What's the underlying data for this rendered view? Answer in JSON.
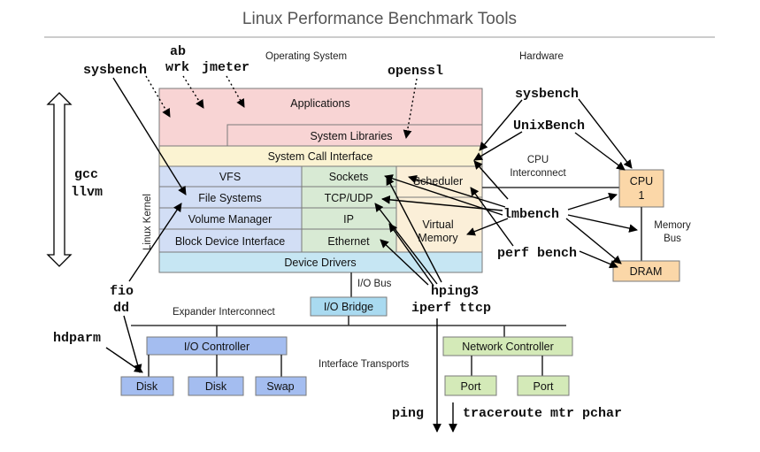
{
  "title": "Linux Performance Benchmark Tools",
  "regions": {
    "operating_system": "Operating System",
    "hardware": "Hardware",
    "linux_kernel": "Linux Kernel"
  },
  "layers": {
    "applications": "Applications",
    "system_libraries": "System Libraries",
    "system_call_interface": "System Call Interface",
    "vfs": "VFS",
    "file_systems": "File Systems",
    "volume_manager": "Volume Manager",
    "block_device_interface": "Block Device Interface",
    "sockets": "Sockets",
    "tcp_udp": "TCP/UDP",
    "ip": "IP",
    "ethernet": "Ethernet",
    "scheduler": "Scheduler",
    "virtual_memory_1": "Virtual",
    "virtual_memory_2": "Memory",
    "device_drivers": "Device Drivers"
  },
  "hardware": {
    "cpu_1": "CPU",
    "cpu_2": "1",
    "dram": "DRAM",
    "cpu_interconnect_1": "CPU",
    "cpu_interconnect_2": "Interconnect",
    "memory_bus_1": "Memory",
    "memory_bus_2": "Bus",
    "io_bus": "I/O Bus",
    "io_bridge": "I/O Bridge",
    "expander_interconnect": "Expander Interconnect",
    "io_controller": "I/O Controller",
    "disk_1": "Disk",
    "disk_2": "Disk",
    "swap": "Swap",
    "network_controller": "Network Controller",
    "port_1": "Port",
    "port_2": "Port",
    "interface_transports": "Interface Transports"
  },
  "tools": {
    "sysbench_left": "sysbench",
    "ab": "ab",
    "wrk": "wrk",
    "jmeter": "jmeter",
    "openssl": "openssl",
    "sysbench_right": "sysbench",
    "unixbench": "UnixBench",
    "gcc": "gcc",
    "llvm": "llvm",
    "lmbench": "lmbench",
    "perf_bench": "perf bench",
    "fio": "fio",
    "dd": "dd",
    "hping3": "hping3",
    "iperf_ttcp": "iperf ttcp",
    "hdparm": "hdparm",
    "ping": "ping",
    "traceroute_mtr_pchar": "traceroute mtr pchar"
  },
  "colors": {
    "applications": "#f8d4d4",
    "system_libraries": "#f8d4d4",
    "system_call_interface": "#fbf3d2",
    "fs_stack": "#d2def5",
    "net_stack": "#d8ead4",
    "sched_vm": "#fbefd8",
    "device_drivers": "#c6e6f3",
    "cpu_dram": "#fbd7a8",
    "io_bridge": "#a9daf0",
    "io_blue": "#a4bdf0",
    "network_green": "#d4eab8"
  }
}
